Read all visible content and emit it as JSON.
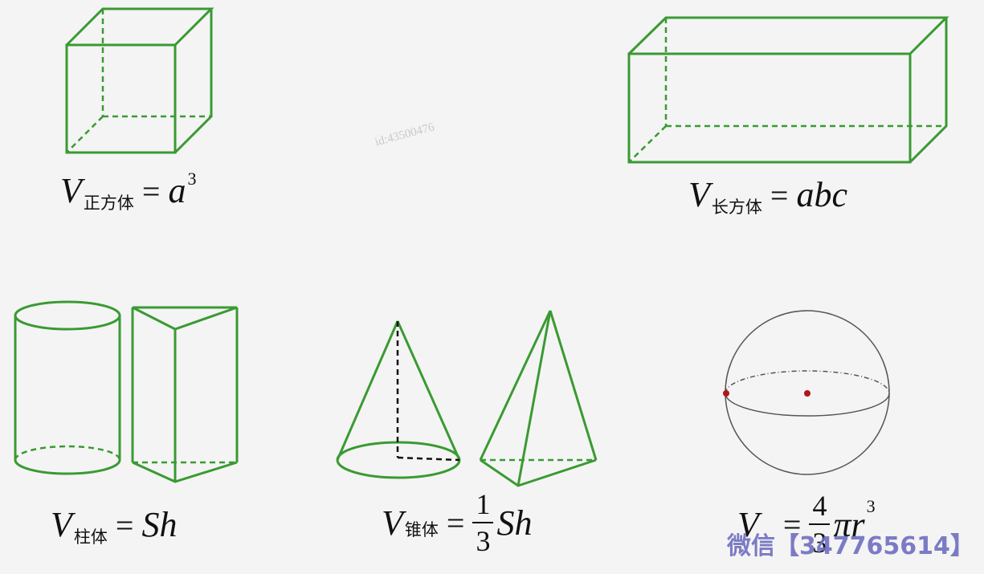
{
  "colors": {
    "shape": "#3a9a32",
    "background": "#f4f4f4",
    "dot": "#b01818",
    "watermark": "#6f6fc0"
  },
  "cube": {
    "V": "V",
    "sub": "正方体",
    "eq": "=",
    "rhs": "a",
    "sup": "3"
  },
  "cuboid": {
    "V": "V",
    "sub": "长方体",
    "eq": "=",
    "rhs": "abc"
  },
  "prism": {
    "V": "V",
    "sub": "柱体",
    "eq": "=",
    "rhs": "Sh"
  },
  "pyramid": {
    "V": "V",
    "sub": "锥体",
    "eq": "=",
    "num": "1",
    "den": "3",
    "rhs": "Sh"
  },
  "sphere": {
    "V": "V",
    "eq": "=",
    "num": "4",
    "den": "3",
    "rhs": "πr",
    "sup": "3"
  },
  "watermark_id": "id:43500476",
  "watermark_wechat": "微信【347765614】"
}
